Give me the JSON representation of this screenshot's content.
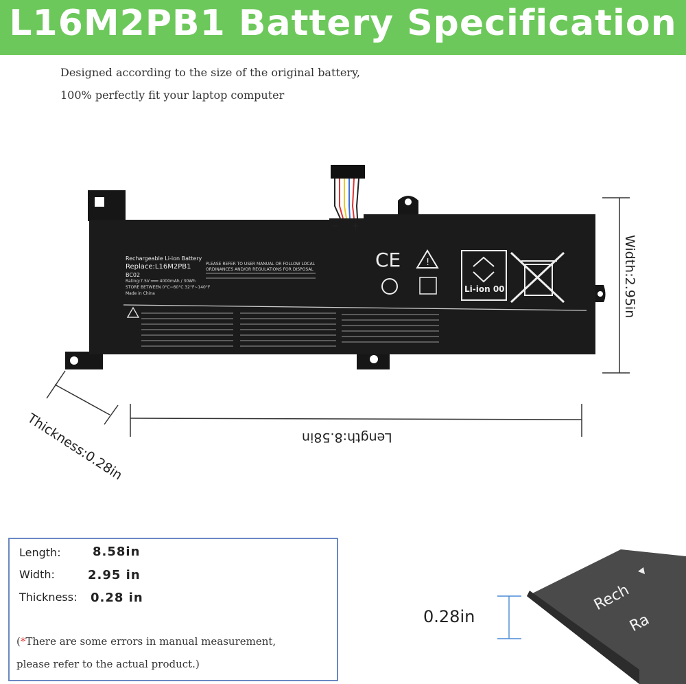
{
  "banner": {
    "title": "L16M2PB1  Battery Specification",
    "color": "#6cc85a"
  },
  "intro": {
    "line1": "Designed according to the size of the original battery,",
    "line2": "100% perfectly fit your laptop computer"
  },
  "battery": {
    "label_header": "Rechargeable Li-ion Battery",
    "label_replace": "Replace:L16M2PB1",
    "label_code": "BC02",
    "label_rating": "Rating:7.5V ═══ 4000mAh / 30Wh",
    "label_store": "STORE BETWEEN 0°C~60°C 32°F~140°F",
    "label_made": "Made in China",
    "label_refer": "PLEASE REFER TO USER MANUAL OR FOLLOW LOCAL",
    "label_ordinances": "ORDINANCES AND/OR REGULATIONS FOR DISPOSAL",
    "label_ce": "CE",
    "label_liion": "Li-ion 00",
    "label_minus": "−",
    "label_plus": "+"
  },
  "dimensions": {
    "width": "Width:2.95in",
    "length": "Length:8.58in",
    "thickness": "Thickness:0.28in"
  },
  "spec": {
    "length_label": "Length:",
    "length_value": "8.58in",
    "width_label": "Width:",
    "width_value": "2.95 in",
    "thickness_label": "Thickness:",
    "thickness_value": "0.28 in",
    "note_star": "*",
    "note_line1": "There are some errors in manual measurement,",
    "note_open": "(",
    "note_line2": "please refer to the actual product.)"
  },
  "edge_view": {
    "label": "0.28in",
    "text1": "Rech",
    "text2": "Ra"
  }
}
